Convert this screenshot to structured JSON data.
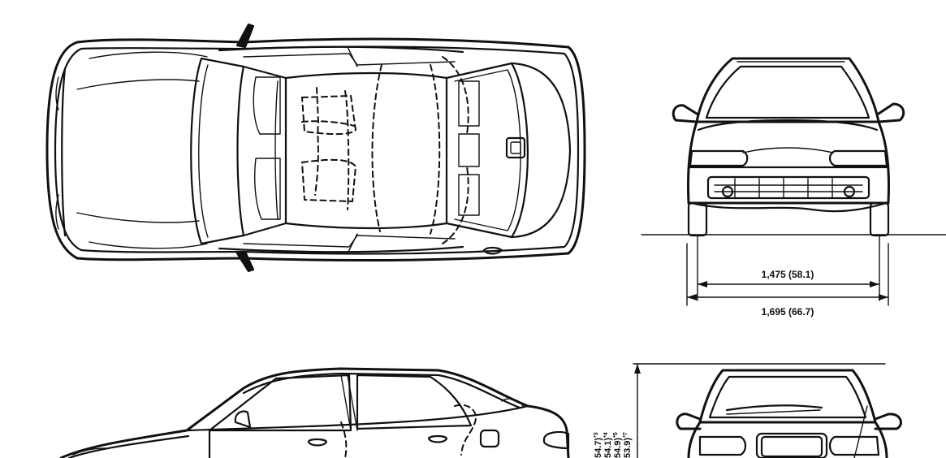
{
  "dimensions": {
    "tread_front": "1,475 (58.1)",
    "overall_width": "1,695 (66.7)",
    "height_variants": [
      {
        "value": "54.7)",
        "note": "*3"
      },
      {
        "value": "54.1)",
        "note": "*4"
      },
      {
        "value": "54.9)",
        "note": "*5"
      },
      {
        "value": "53.9)",
        "note": "*7"
      }
    ]
  }
}
